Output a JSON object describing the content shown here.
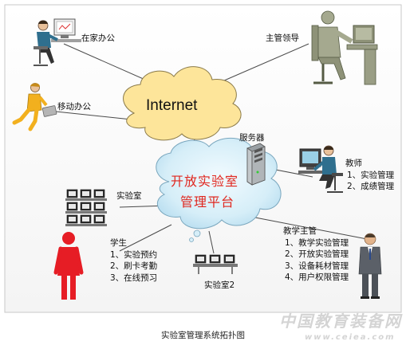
{
  "internet_label": "Internet",
  "platform_title": [
    "开放实验室",
    "管理平台"
  ],
  "nodes": {
    "home_office": "在家办公",
    "supervisor": "主管领导",
    "mobile_office": "移动办公",
    "server": "服务器",
    "lab1": "实验室",
    "lab2": "实验室2"
  },
  "teacher": {
    "title": "教师",
    "items": [
      "1、实验管理",
      "2、成绩管理"
    ]
  },
  "director": {
    "title": "教学主管",
    "items": [
      "1、教学实验管理",
      "2、开放实验管理",
      "3、设备耗材管理",
      "4、用户权限管理"
    ]
  },
  "student": {
    "title": "学生",
    "items": [
      "1、实验预约",
      "2、刷卡考勤",
      "3、在线预习"
    ]
  },
  "caption": "实验室管理系统拓扑图",
  "watermark": {
    "text": "中国教育装备网",
    "url": "www.ceiea.com"
  },
  "colors": {
    "internet_cloud": "#fde59a",
    "platform_cloud": "#c9e7f5",
    "platform_text": "#e0261e",
    "student": "#e61d25",
    "figure_blue": "#2f6f8e"
  },
  "icons": [
    "person-at-computer-icon",
    "manager-at-desk-icon",
    "walking-person-icon",
    "server-tower-icon",
    "computer-lab-icon",
    "student-figure-icon",
    "businessman-figure-icon"
  ]
}
